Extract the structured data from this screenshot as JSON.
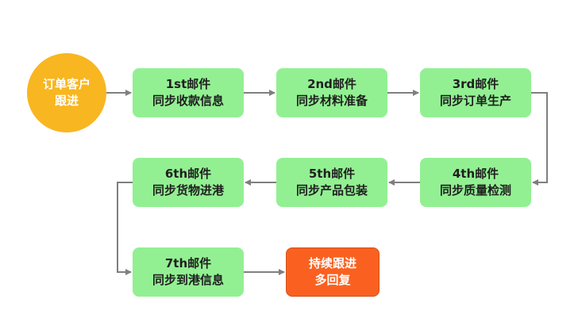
{
  "colors": {
    "start": "#f8b620",
    "step": "#92f092",
    "end": "#fa6120",
    "connector": "#7f7f7f"
  },
  "start_node": {
    "line1": "订单客户",
    "line2": "跟进"
  },
  "steps": [
    {
      "line1": "1st邮件",
      "line2": "同步收款信息"
    },
    {
      "line1": "2nd邮件",
      "line2": "同步材料准备"
    },
    {
      "line1": "3rd邮件",
      "line2": "同步订单生产"
    },
    {
      "line1": "4th邮件",
      "line2": "同步质量检测"
    },
    {
      "line1": "5th邮件",
      "line2": "同步产品包装"
    },
    {
      "line1": "6th邮件",
      "line2": "同步货物进港"
    },
    {
      "line1": "7th邮件",
      "line2": "同步到港信息"
    }
  ],
  "end_node": {
    "line1": "持续跟进",
    "line2": "多回复"
  }
}
